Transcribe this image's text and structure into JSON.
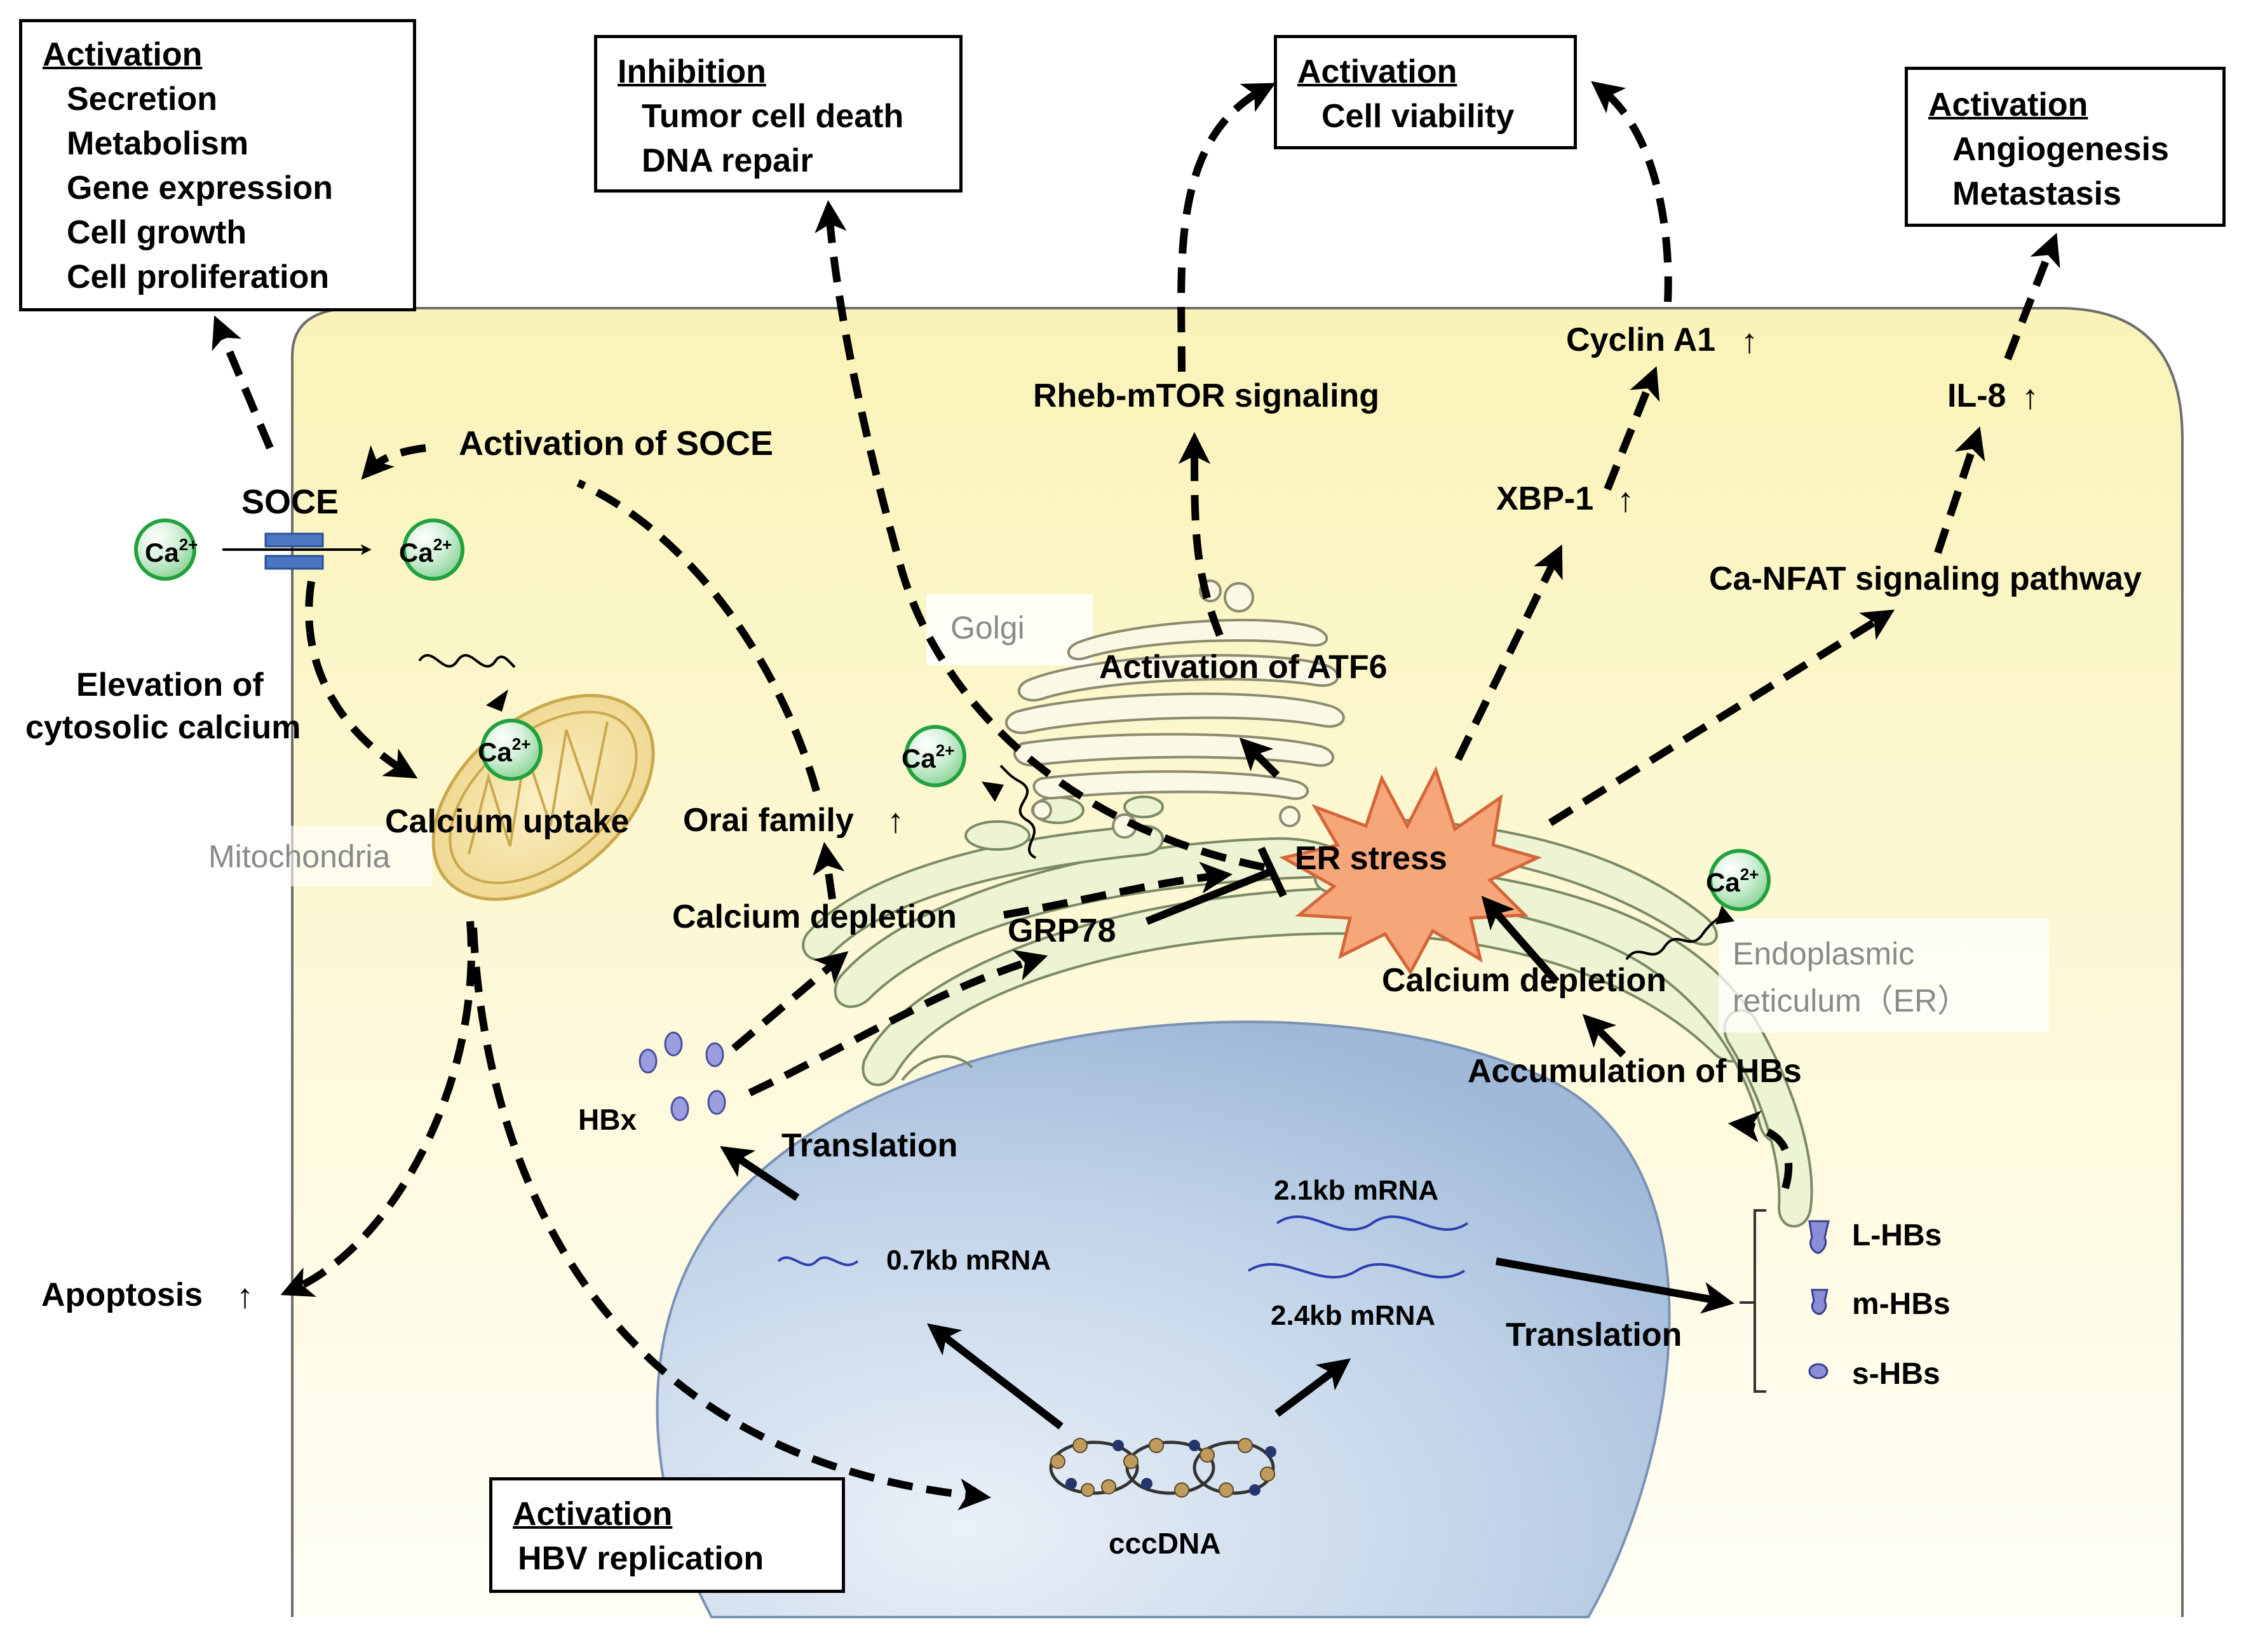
{
  "boxes": {
    "secretion": {
      "heading": "Activation",
      "items": [
        "Secretion",
        "Metabolism",
        "Gene expression",
        "Cell growth",
        "Cell proliferation"
      ]
    },
    "inhibition": {
      "heading": "Inhibition",
      "items": [
        "Tumor cell death",
        "DNA repair"
      ]
    },
    "viability": {
      "heading": "Activation",
      "items": [
        "Cell viability"
      ]
    },
    "angiogenesis": {
      "heading": "Activation",
      "items": [
        "Angiogenesis",
        "Metastasis"
      ]
    },
    "hbv": {
      "heading": "Activation",
      "items": [
        "HBV replication"
      ]
    }
  },
  "labels": {
    "soce": "SOCE",
    "activation_soce": "Activation of SOCE",
    "elevation_1": "Elevation of",
    "elevation_2": "cytosolic calcium",
    "calcium_uptake": "Calcium uptake",
    "mitochondria": "Mitochondria",
    "orai": "Orai family",
    "calcium_depletion_left": "Calcium depletion",
    "grp78": "GRP78",
    "er_stress": "ER stress",
    "golgi": "Golgi",
    "activation_atf6": "Activation of ATF6",
    "rheb": "Rheb-mTOR signaling",
    "xbp1": "XBP-1",
    "cyclin": "Cyclin A1",
    "il8": "IL-8",
    "ca_nfat": "Ca-NFAT signaling pathway",
    "calcium_depletion_right": "Calcium depletion",
    "er_1": "Endoplasmic",
    "er_2": "reticulum（ER）",
    "accumulation": "Accumulation of HBs",
    "hbx": "HBx",
    "translation_left": "Translation",
    "translation_right": "Translation",
    "mrna_07": "0.7kb mRNA",
    "mrna_21": "2.1kb mRNA",
    "mrna_24": "2.4kb mRNA",
    "cccdna": "cccDNA",
    "apoptosis": "Apoptosis",
    "l_hbs": "L-HBs",
    "m_hbs": "m-HBs",
    "s_hbs": "s-HBs",
    "ca_base": "Ca",
    "ca_sup": "2+",
    "up_arrow": "↑"
  },
  "colors": {
    "cell_top": "#fbf6c4",
    "cell_bottom": "#fffef4",
    "nucleus_light": "#dde8f3",
    "nucleus_dark": "#a9c0dc",
    "er_fill": "#eef4d2",
    "golgi_fill": "#fbf8e6",
    "mito_fill": "#f6e6a9",
    "er_stress_fill": "#f5a77a",
    "ca_green": "#2fae4c",
    "channel_blue": "#4a76c4",
    "hbs_purple": "#8a8ed8",
    "grey_text": "#8a8a8a"
  }
}
